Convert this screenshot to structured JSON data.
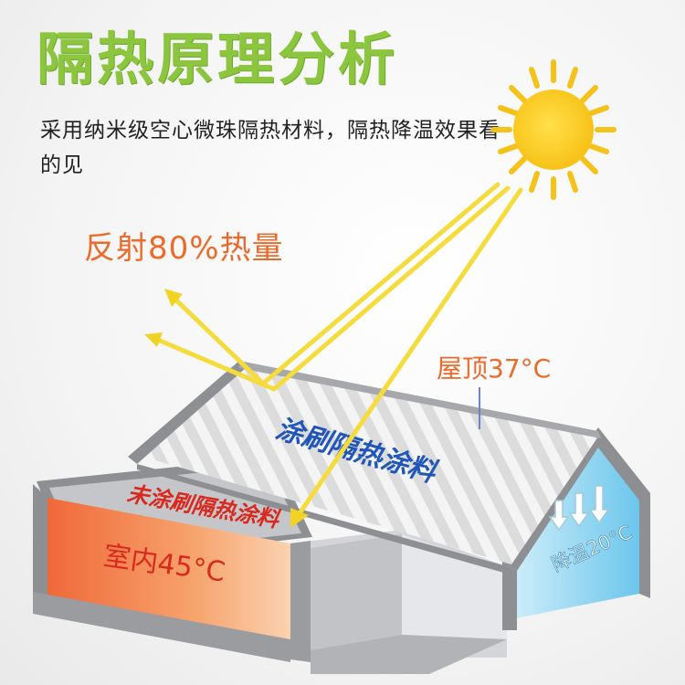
{
  "title": "隔热原理分析",
  "subtitle": "采用纳米级空心微珠隔热材料，隔热降温效果看的见",
  "reflect_label": "反射80%热量",
  "roof_temp_label": "屋顶37°C",
  "coated_label": "涂刷隔热涂料",
  "uncoated_label": "未涂刷隔热涂料",
  "indoor_temp_label": "室内45°C",
  "cooling_label": "降温20°C",
  "icons": [
    "sun-icon",
    "cooling-arrow-icon"
  ],
  "colors": {
    "title": "#8cc63f",
    "accent": "#ec6a2a",
    "coated_text": "#1f56b8",
    "uncoated_text": "#d9281e",
    "cold_side": "#7fd0ee",
    "sun": "#fdd21f"
  }
}
